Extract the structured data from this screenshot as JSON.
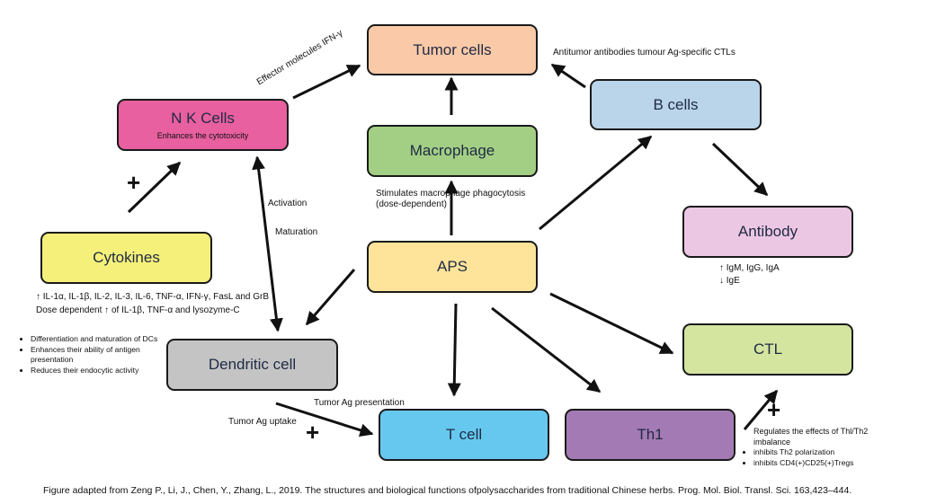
{
  "nodes": {
    "tumor": {
      "label": "Tumor cells",
      "color": "#f9c9a8"
    },
    "nk": {
      "label": "N K Cells",
      "sub": "Enhances the cytotoxicity",
      "color": "#e8609f"
    },
    "bcells": {
      "label": "B cells",
      "color": "#bad4ea"
    },
    "macrophage": {
      "label": "Macrophage",
      "color": "#a3cf84"
    },
    "antibody": {
      "label": "Antibody",
      "color": "#ecc7e4"
    },
    "cytokines": {
      "label": "Cytokines",
      "color": "#f5f07a"
    },
    "aps": {
      "label": "APS",
      "color": "#fde49a"
    },
    "dendritic": {
      "label": "Dendritic cell",
      "color": "#c4c4c4"
    },
    "ctl": {
      "label": "CTL",
      "color": "#d3e59f"
    },
    "tcell": {
      "label": "T cell",
      "color": "#66c8ef"
    },
    "th1": {
      "label": "Th1",
      "color": "#a47ab5"
    }
  },
  "edge_labels": {
    "effector": "Effector molecules IFN-γ",
    "antitumor": "Antitumor antibodies tumour Ag-specific CTLs",
    "activation": "Activation",
    "maturation": "Maturation",
    "macro_line1": "Stimulates macrophage phagocytosis",
    "macro_line2": "(dose-dependent)",
    "antibody_line1": "↑ IgM, IgG, IgA",
    "antibody_line2": "↓ IgE",
    "cyto_line1": "↑ IL-1α, IL-1β, IL-2, IL-3, IL-6, TNF-α, IFN-γ, FasL and GrB",
    "cyto_line2": "Dose dependent ↑ of IL-1β, TNF-α and lysozyme-C",
    "tumor_ag_presentation": "Tumor Ag presentation",
    "tumor_ag_uptake": "Tumor Ag uptake",
    "plus": "+"
  },
  "dendritic_notes": [
    "Differentiation and maturation of DCs",
    "Enhances their ability of antigen presentation",
    "Reduces their endocytic activity"
  ],
  "th_notes": {
    "intro": "Regulates the effects of Thl/Th2 imbalance",
    "items": [
      "inhibits Th2 polarization",
      "inhibits CD4(+)CD25(+)Tregs"
    ]
  },
  "caption": "Figure adapted from Zeng P., Li, J., Chen, Y., Zhang, L., 2019. The structures and biological functions ofpolysaccharides from traditional Chinese herbs. Prog. Mol. Biol. Transl. Sci. 163,423–444."
}
